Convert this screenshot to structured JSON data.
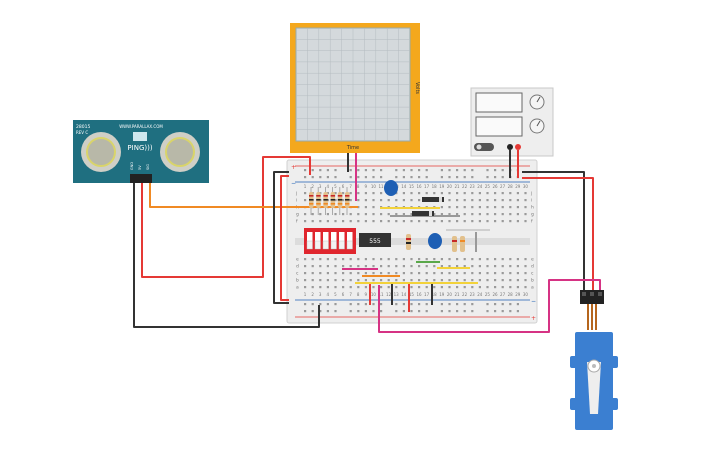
{
  "colors": {
    "wire_red": "#e53935",
    "wire_black": "#333333",
    "wire_orange": "#f08a24",
    "wire_magenta": "#d63384",
    "wire_yellow": "#f2d23a",
    "sensor_body": "#1f6f80",
    "scope_frame": "#f4a81d",
    "servo_blue": "#3b7fd1",
    "dip_red": "#e0262e",
    "breadboard": "#ececec"
  },
  "sensor": {
    "model": "28015",
    "rev": "REV C",
    "site": "WWW.PARALLAX.COM",
    "brand": "PING)))",
    "pins": [
      "GND",
      "5V",
      "SIG"
    ]
  },
  "oscilloscope": {
    "time_label": "Time",
    "volt_label": "Volts"
  },
  "timer_chip": {
    "label": "555"
  },
  "breadboard": {
    "top_numbers": [
      "1",
      "2",
      "3",
      "4",
      "5",
      "6",
      "7",
      "8",
      "9",
      "10",
      "11",
      "12",
      "13",
      "14",
      "15",
      "16",
      "17",
      "18",
      "19",
      "20",
      "21",
      "22",
      "23",
      "24",
      "25",
      "26",
      "27",
      "28",
      "29",
      "30"
    ],
    "bottom_numbers": [
      "1",
      "2",
      "3",
      "4",
      "5",
      "6",
      "7",
      "8",
      "9",
      "10",
      "11",
      "12",
      "13",
      "14",
      "15",
      "16",
      "17",
      "18",
      "19",
      "20",
      "21",
      "22",
      "23",
      "24",
      "25",
      "26",
      "27",
      "28",
      "29",
      "30"
    ],
    "row_letters_top": [
      "j",
      "i",
      "h",
      "g",
      "f"
    ],
    "row_letters_bottom": [
      "e",
      "d",
      "c",
      "b",
      "a"
    ],
    "rail_plus": "+",
    "rail_minus": "−"
  },
  "icons": {
    "servo_horn": "servo-horn-icon",
    "knob": "knob-icon"
  }
}
